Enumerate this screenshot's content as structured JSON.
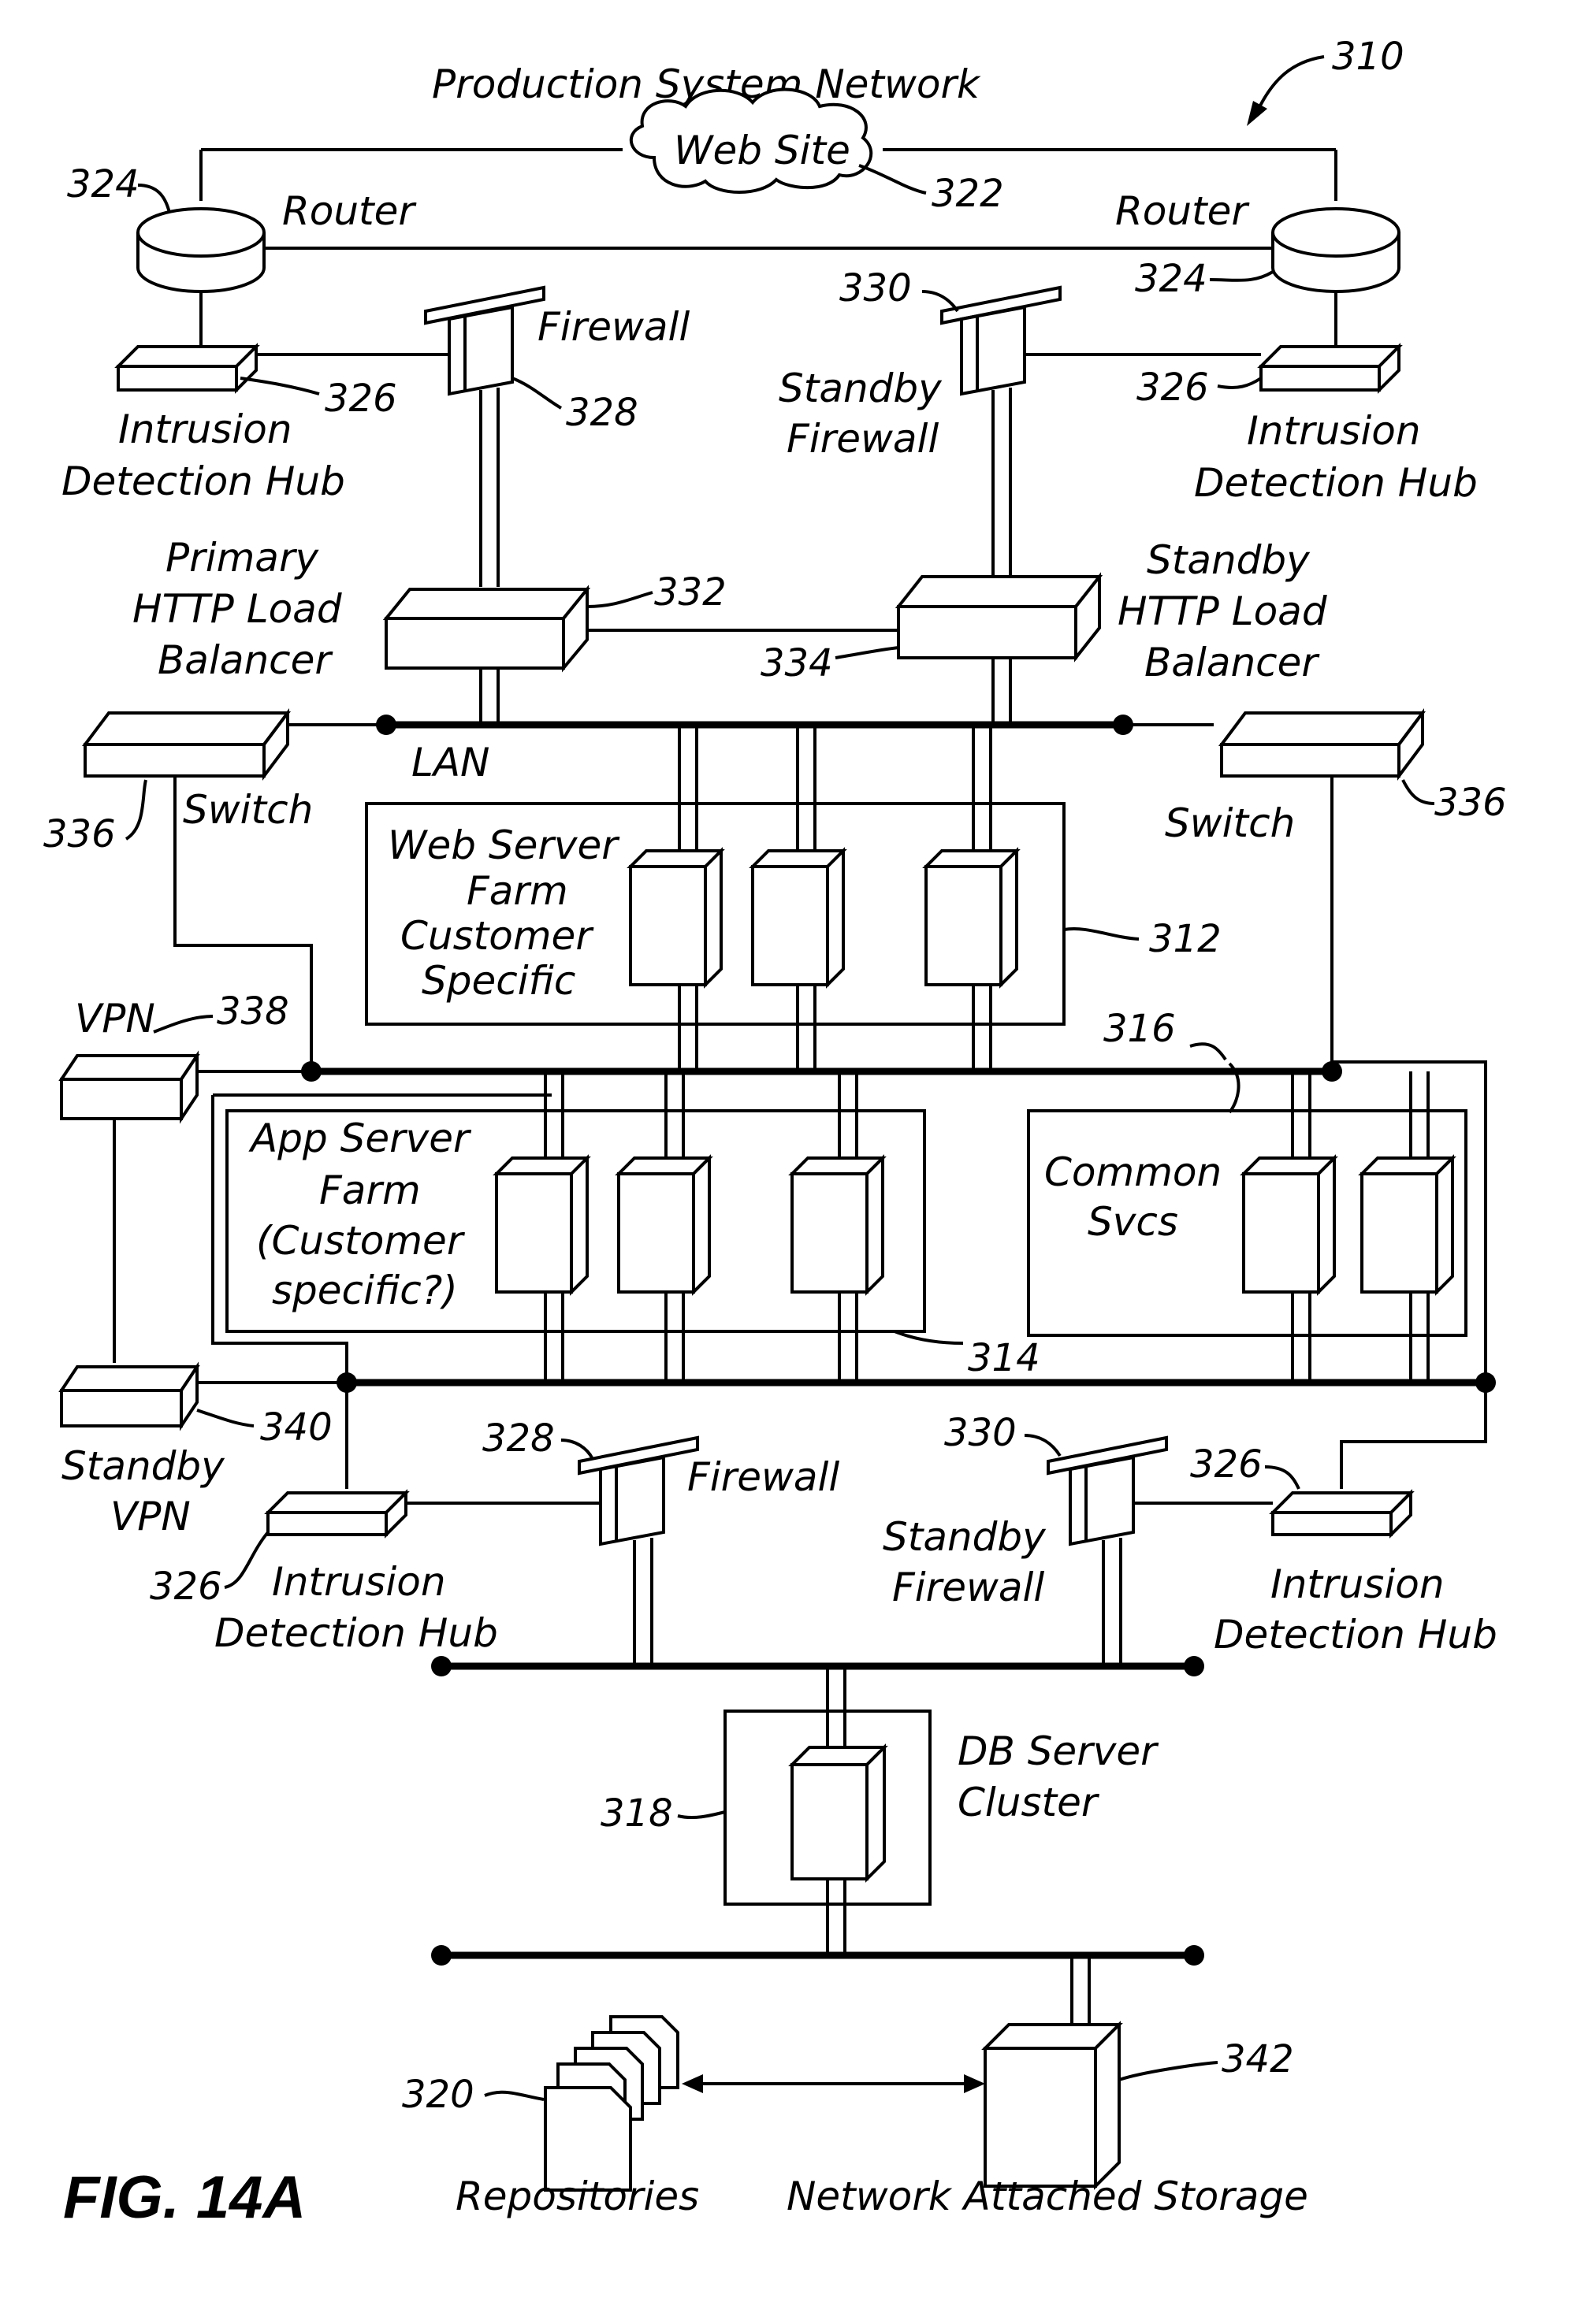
{
  "diagram": {
    "figure": "FIG. 14A",
    "title": "Production System Network",
    "ref_system": "310",
    "web_site": {
      "label": "Web Site",
      "ref": "322"
    },
    "router_left": {
      "label": "Router",
      "ref": "324"
    },
    "router_right": {
      "label": "Router",
      "ref": "324"
    },
    "firewall_top": {
      "label": "Firewall",
      "ref": "328"
    },
    "standby_firewall_top": {
      "line1": "Standby",
      "line2": "Firewall",
      "ref": "330"
    },
    "ids_top_left": {
      "line1": "Intrusion",
      "line2": "Detection Hub",
      "ref": "326"
    },
    "ids_top_right": {
      "line1": "Intrusion",
      "line2": "Detection Hub",
      "ref": "326"
    },
    "primary_lb": {
      "line1": "Primary",
      "line2": "HTTP Load",
      "line3": "Balancer",
      "ref": "332"
    },
    "standby_lb": {
      "line1": "Standby",
      "line2": "HTTP Load",
      "line3": "Balancer",
      "ref": "334"
    },
    "lan": "LAN",
    "switch_left": {
      "label": "Switch",
      "ref": "336"
    },
    "switch_right": {
      "label": "Switch",
      "ref": "336"
    },
    "web_farm": {
      "line1": "Web Server",
      "line2": "Farm",
      "line3": "Customer",
      "line4": "Specific",
      "ref": "312"
    },
    "vpn": {
      "label": "VPN",
      "ref": "338"
    },
    "common_svcs": {
      "line1": "Common",
      "line2": "Svcs",
      "ref": "316"
    },
    "app_farm": {
      "line1": "App Server",
      "line2": "Farm",
      "line3": "(Customer",
      "line4": "specific?)",
      "ref": "314"
    },
    "standby_vpn": {
      "line1": "Standby",
      "line2": "VPN",
      "ref": "340"
    },
    "firewall_bottom": {
      "label": "Firewall",
      "ref": "328"
    },
    "standby_firewall_bottom": {
      "line1": "Standby",
      "line2": "Firewall",
      "ref": "330"
    },
    "ids_bottom_left": {
      "line1": "Intrusion",
      "line2": "Detection Hub",
      "ref": "326"
    },
    "ids_bottom_right": {
      "line1": "Intrusion",
      "line2": "Detection Hub",
      "ref": "326"
    },
    "db_cluster": {
      "line1": "DB Server",
      "line2": "Cluster",
      "ref": "318"
    },
    "repositories": {
      "label": "Repositories",
      "ref": "320"
    },
    "nas": {
      "label": "Network Attached Storage",
      "ref": "342"
    }
  }
}
